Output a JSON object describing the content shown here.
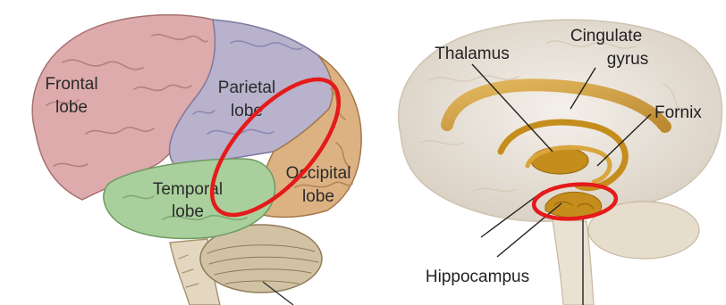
{
  "left_panel": {
    "labels": {
      "frontal_1": "Frontal",
      "frontal_2": "lobe",
      "parietal_1": "Parietal",
      "parietal_2": "lobe",
      "temporal_1": "Temporal",
      "temporal_2": "lobe",
      "occipital_1": "Occipital",
      "occipital_2": "lobe"
    }
  },
  "right_panel": {
    "labels": {
      "thalamus": "Thalamus",
      "cingulate_1": "Cingulate",
      "cingulate_2": "gyrus",
      "fornix": "Fornix",
      "hippocampus": "Hippocampus"
    }
  },
  "colors": {
    "frontal": "#ddabab",
    "parietal": "#b8b2cc",
    "temporal": "#a9cf9c",
    "occipital": "#ddb283",
    "cerebellum": "#d2c2a4",
    "brainstem": "#e3d7bf",
    "highlight_ring": "#e51a1a",
    "limbic": "#c58d1c",
    "ghost_brain": "#e8e2d8"
  }
}
